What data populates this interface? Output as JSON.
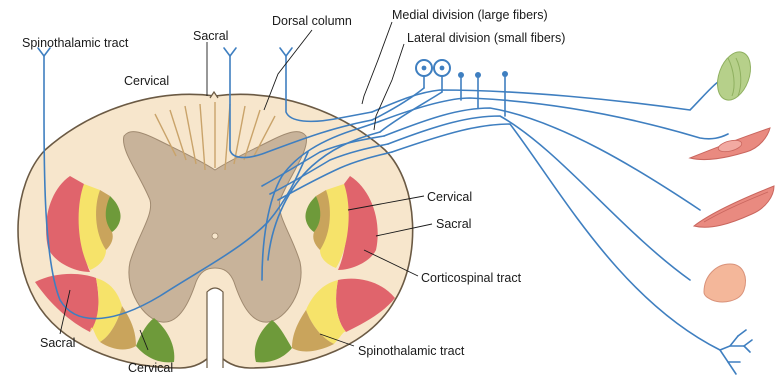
{
  "labels": {
    "spinothalamic_top": "Spinothalamic tract",
    "sacral_top": "Sacral",
    "dorsal_column": "Dorsal column",
    "cervical_top": "Cervical",
    "medial_division": "Medial division (large fibers)",
    "lateral_division": "Lateral division (small fibers)",
    "cervical_right": "Cervical",
    "sacral_right": "Sacral",
    "corticospinal_tract": "Corticospinal tract",
    "sacral_bottom_left": "Sacral",
    "cervical_bottom": "Cervical",
    "spinothalamic_bottom": "Spinothalamic tract"
  },
  "colors": {
    "cord_white_matter": "#f7e6cc",
    "gray_matter": "#c8b39a",
    "outline": "#6b5a44",
    "fiber": "#3f7fc0",
    "tract_red": "#e0646c",
    "tract_yellow": "#f6e36a",
    "tract_tan": "#c9a45c",
    "tract_green": "#6e9a3a",
    "receptor_green": "#b6d08a",
    "muscle_red": "#e98a80",
    "receptor_peach": "#f4b79a"
  },
  "icons": [
    "pacinian-corpuscle-icon",
    "muscle-spindle-icon",
    "muscle-fiber-icon",
    "hair-follicle-receptor-icon",
    "free-nerve-ending-icon"
  ]
}
